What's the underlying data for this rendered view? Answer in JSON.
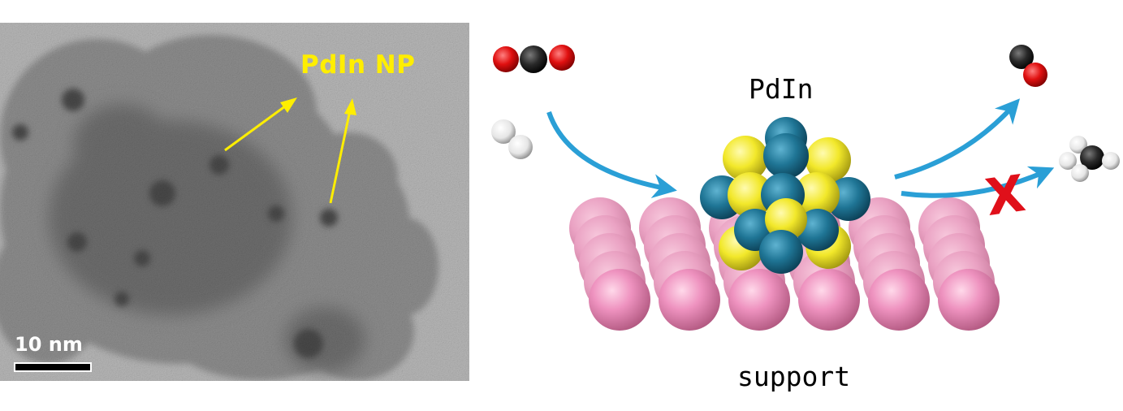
{
  "tem_image": {
    "particle_label": "PdIn NP",
    "scale_bar_label": "10 nm"
  },
  "scheme": {
    "cluster_label": "PdIn",
    "support_label": "support",
    "blocked_mark": "X"
  },
  "colors": {
    "arrow_yellow": "#ffee00",
    "flow_arrow_blue": "#2a9fd6",
    "pd_atom_teal": "#1d6f8f",
    "in_atom_yellow": "#f2ea25",
    "support_pink": "#e98ab6",
    "oxygen_red": "#e01010",
    "carbon_black": "#222222",
    "hydrogen_white": "#f4f4f4",
    "blocked_red": "#e0101a"
  }
}
